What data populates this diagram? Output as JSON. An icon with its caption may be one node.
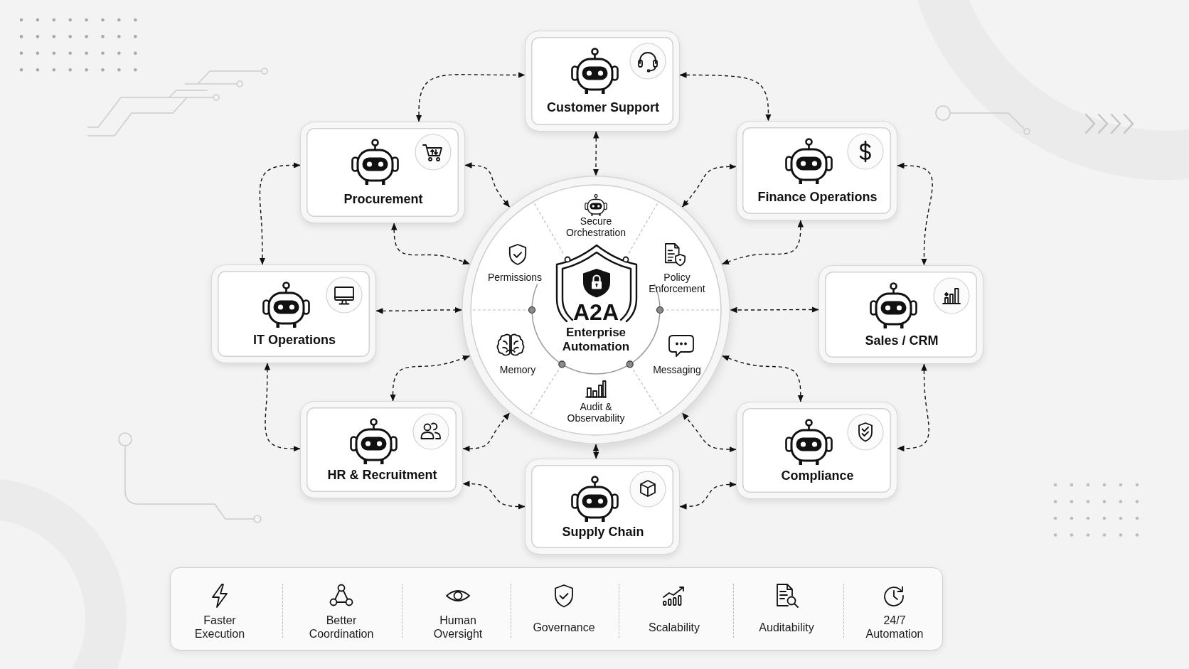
{
  "diagram": {
    "nodes": [
      {
        "text": [
          "Customer Support"
        ]
      },
      {
        "text": [
          "Procurement"
        ]
      },
      {
        "text": [
          "Finance Operations"
        ]
      },
      {
        "text": [
          "Secure Orchestration",
          "Permissions",
          "Policy Enforcement",
          "A2A",
          "Enterprise Automation",
          "Memory",
          "Messaging",
          "Audit & Observability"
        ]
      },
      {
        "text": [
          "IT Operations"
        ]
      },
      {
        "text": [
          "Sales / CRM"
        ]
      },
      {
        "text": [
          "HR & Recruitment"
        ]
      },
      {
        "text": [
          "Compliance"
        ]
      },
      {
        "text": [
          "Supply Chain"
        ]
      },
      {
        "text": [
          "Faster Execution",
          "Better Coordination",
          "Human Oversight",
          "Governance",
          "Scalability",
          "Auditability",
          "24/7 Automation"
        ]
      }
    ],
    "edges": [
      {
        "from": 1,
        "to": 0,
        "arrow": "both",
        "style": "dashed"
      },
      {
        "from": 0,
        "to": 2,
        "arrow": "both",
        "style": "dashed"
      },
      {
        "from": 2,
        "to": 5,
        "arrow": "both",
        "style": "dashed"
      },
      {
        "from": 5,
        "to": 7,
        "arrow": "both",
        "style": "dashed"
      },
      {
        "from": 7,
        "to": 8,
        "arrow": "both",
        "style": "dashed"
      },
      {
        "from": 8,
        "to": 6,
        "arrow": "both",
        "style": "dashed"
      },
      {
        "from": 6,
        "to": 4,
        "arrow": "both",
        "style": "dashed"
      },
      {
        "from": 4,
        "to": 1,
        "arrow": "both",
        "style": "dashed"
      },
      {
        "from": 0,
        "to": 3,
        "arrow": "both",
        "style": "dashed"
      },
      {
        "from": 1,
        "to": 3,
        "arrow": "both",
        "style": "dashed"
      },
      {
        "from": 1,
        "to": 3,
        "arrow": "both",
        "style": "dashed"
      },
      {
        "from": 2,
        "to": 3,
        "arrow": "both",
        "style": "dashed"
      },
      {
        "from": 2,
        "to": 3,
        "arrow": "both",
        "style": "dashed"
      },
      {
        "from": 4,
        "to": 3,
        "arrow": "both",
        "style": "dashed"
      },
      {
        "from": 5,
        "to": 3,
        "arrow": "both",
        "style": "dashed"
      },
      {
        "from": 6,
        "to": 3,
        "arrow": "both",
        "style": "dashed"
      },
      {
        "from": 6,
        "to": 3,
        "arrow": "both",
        "style": "dashed"
      },
      {
        "from": 7,
        "to": 3,
        "arrow": "both",
        "style": "dashed"
      },
      {
        "from": 7,
        "to": 3,
        "arrow": "both",
        "style": "dashed"
      },
      {
        "from": 8,
        "to": 3,
        "arrow": "both",
        "style": "dashed"
      }
    ]
  }
}
